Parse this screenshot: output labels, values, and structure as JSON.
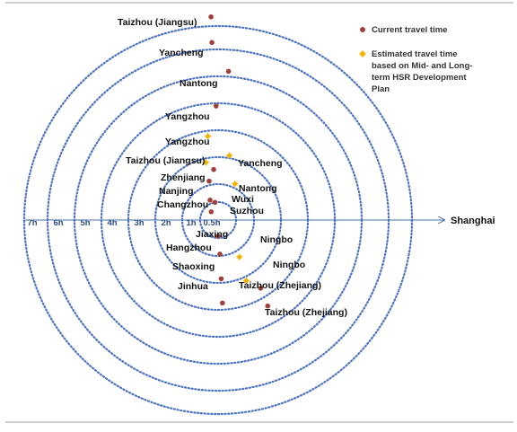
{
  "chart_data": {
    "type": "scatter",
    "subtype": "radial-travel-time",
    "origin": "Shanghai",
    "ring_hours": [
      0.5,
      1,
      2,
      3,
      4,
      5,
      6,
      7
    ],
    "tick_labels": [
      "7h",
      "6h",
      "5h",
      "4h",
      "3h",
      "2h",
      "1h",
      "0.5h"
    ],
    "legend_placement": "top-right",
    "series": [
      {
        "name": "Current travel time",
        "color": "#a0403a",
        "points": [
          {
            "city": "Taizhou (Jiangsu)",
            "hours": 7.4,
            "angle_deg": 92
          },
          {
            "city": "Yancheng",
            "hours": 6.3,
            "angle_deg": 92
          },
          {
            "city": "Nantong",
            "hours": 5.2,
            "angle_deg": 86
          },
          {
            "city": "Yangzhou",
            "hours": 3.9,
            "angle_deg": 91
          },
          {
            "city": "Zhenjiang",
            "hours": 1.55,
            "angle_deg": 95
          },
          {
            "city": "Nanjing",
            "hours": 1.15,
            "angle_deg": 103
          },
          {
            "city": "Changzhou",
            "hours": 0.6,
            "angle_deg": 112
          },
          {
            "city": "Wuxi",
            "hours": 0.5,
            "angle_deg": 100
          },
          {
            "city": "Suzhou",
            "hours": 0.3,
            "angle_deg": 130
          },
          {
            "city": "Jiaxing",
            "hours": 0.45,
            "angle_deg": 270
          },
          {
            "city": "Hangzhou",
            "hours": 0.95,
            "angle_deg": 273
          },
          {
            "city": "Shaoxing",
            "hours": 1.85,
            "angle_deg": 273
          },
          {
            "city": "Jinhua",
            "hours": 2.75,
            "angle_deg": 273
          },
          {
            "city": "Ningbo",
            "hours": 2.65,
            "angle_deg": 302
          },
          {
            "city": "Taizhou (Zhejiang)",
            "hours": 3.35,
            "angle_deg": 300
          }
        ]
      },
      {
        "name": "Estimated travel time based on Mid- and Long-term HSR Development Plan",
        "color": "#f0b400",
        "points": [
          {
            "city": "Yangzhou",
            "hours": 2.8,
            "angle_deg": 97
          },
          {
            "city": "Yancheng",
            "hours": 2.1,
            "angle_deg": 80
          },
          {
            "city": "Taizhou (Jiangsu)",
            "hours": 1.85,
            "angle_deg": 102
          },
          {
            "city": "Nantong",
            "hours": 1.15,
            "angle_deg": 65
          },
          {
            "city": "Ningbo",
            "hours": 1.25,
            "angle_deg": 300
          },
          {
            "city": "Taizhou (Zhejiang)",
            "hours": 2.15,
            "angle_deg": 295
          }
        ]
      }
    ],
    "labels": {
      "current": [
        "Taizhou (Jiangsu)",
        "Yancheng",
        "Nantong",
        "Yangzhou",
        "Zhenjiang",
        "Nanjing",
        "Changzhou",
        "Wuxi",
        "Suzhou",
        "Jiaxing",
        "Hangzhou",
        "Shaoxing",
        "Jinhua",
        "Ningbo",
        "Taizhou (Zhejiang)"
      ],
      "estimated": [
        "Yangzhou",
        "Taizhou (Jiangsu)",
        "Yancheng",
        "Nantong",
        "Ningbo",
        "Taizhou (Zhejiang)"
      ]
    },
    "legend": {
      "current": "Current travel time",
      "estimated_lines": [
        "Estimated travel time",
        "based on Mid- and Long-",
        "term HSR Development",
        "Plan"
      ]
    }
  }
}
